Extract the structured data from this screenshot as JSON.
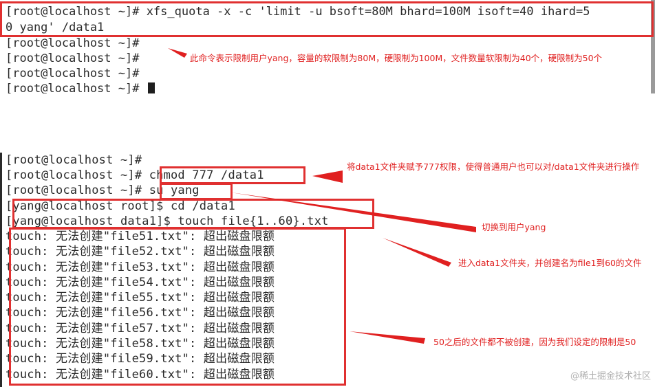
{
  "terminal1": {
    "lines": [
      "[root@localhost ~]# xfs_quota -x -c 'limit -u bsoft=80M bhard=100M isoft=40 ihard=5",
      "0 yang' /data1",
      "[root@localhost ~]#",
      "[root@localhost ~]#",
      "[root@localhost ~]#",
      "[root@localhost ~]# "
    ]
  },
  "terminal2": {
    "lines": [
      "[root@localhost ~]#",
      "[root@localhost ~]# chmod 777 /data1",
      "[root@localhost ~]# su yang",
      "[yang@localhost root]$ cd /data1",
      "[yang@localhost data1]$ touch file{1..60}.txt",
      "touch: 无法创建\"file51.txt\": 超出磁盘限额",
      "touch: 无法创建\"file52.txt\": 超出磁盘限额",
      "touch: 无法创建\"file53.txt\": 超出磁盘限额",
      "touch: 无法创建\"file54.txt\": 超出磁盘限额",
      "touch: 无法创建\"file55.txt\": 超出磁盘限额",
      "touch: 无法创建\"file56.txt\": 超出磁盘限额",
      "touch: 无法创建\"file57.txt\": 超出磁盘限额",
      "touch: 无法创建\"file58.txt\": 超出磁盘限额",
      "touch: 无法创建\"file59.txt\": 超出磁盘限额",
      "touch: 无法创建\"file60.txt\": 超出磁盘限额"
    ]
  },
  "annotations": {
    "note1": "此命令表示限制用户yang，容量的软限制为80M，硬限制为100M，文件数量软限制为40个，硬限制为50个",
    "note2": "将data1文件夹赋予777权限，使得普通用户也可以对/data1文件夹进行操作",
    "note3": "切换到用户yang",
    "note4": "进入data1文件夹，并创建名为file1到60的文件",
    "note5": "50之后的文件都不被创建，因为我们设定的限制是50"
  },
  "watermark": "@稀土掘金技术社区",
  "colors": {
    "annotation": "#e02020",
    "terminal_text": "#2a2a2a",
    "background": "#ffffff"
  }
}
